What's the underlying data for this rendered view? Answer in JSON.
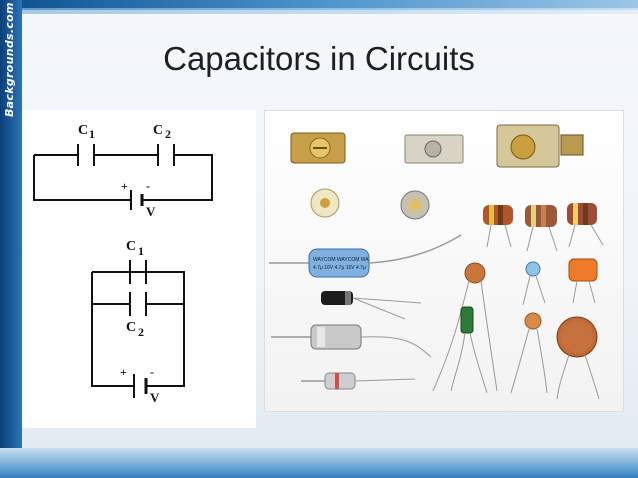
{
  "slide": {
    "title": "Capacitors in Circuits",
    "watermark": "Backgrounds.com"
  },
  "series_circuit": {
    "c1_label": "C",
    "c1_sub": "1",
    "c2_label": "C",
    "c2_sub": "2",
    "plus": "+",
    "minus": "-",
    "v_label": "V"
  },
  "parallel_circuit": {
    "c1_label": "C",
    "c1_sub": "1",
    "c2_label": "C",
    "c2_sub": "2",
    "plus": "+",
    "minus": "-",
    "v_label": "V"
  },
  "photo": {
    "capacitor_print_1": "WAYCOM WAYCOM WA",
    "capacitor_print_2": "4.7µ 16V 4.7µ 16V 4.7µ"
  },
  "colors": {
    "accent_blue": "#2d74b8",
    "dark_blue": "#0b3f7a"
  }
}
